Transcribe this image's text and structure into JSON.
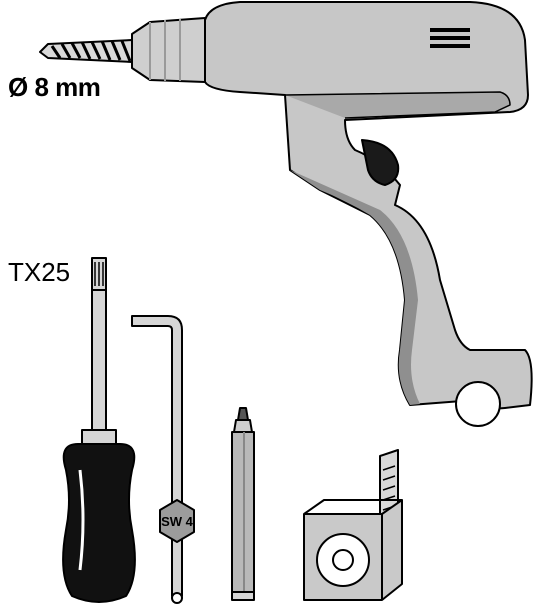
{
  "labels": {
    "drill_bit_size": "Ø 8 mm",
    "screwdriver_size": "TX25",
    "hex_key_size": "SW 4"
  },
  "colors": {
    "drill_body": "#c7c7c7",
    "drill_shadow": "#8f8f8f",
    "outline": "#000000",
    "screwdriver_grip": "#111111",
    "metal": "#bdbdbd",
    "background": "#ffffff"
  },
  "icons": [
    "power-drill-icon",
    "drill-bit-icon",
    "torx-screwdriver-icon",
    "hex-key-icon",
    "marker-pen-icon",
    "tape-measure-icon"
  ]
}
